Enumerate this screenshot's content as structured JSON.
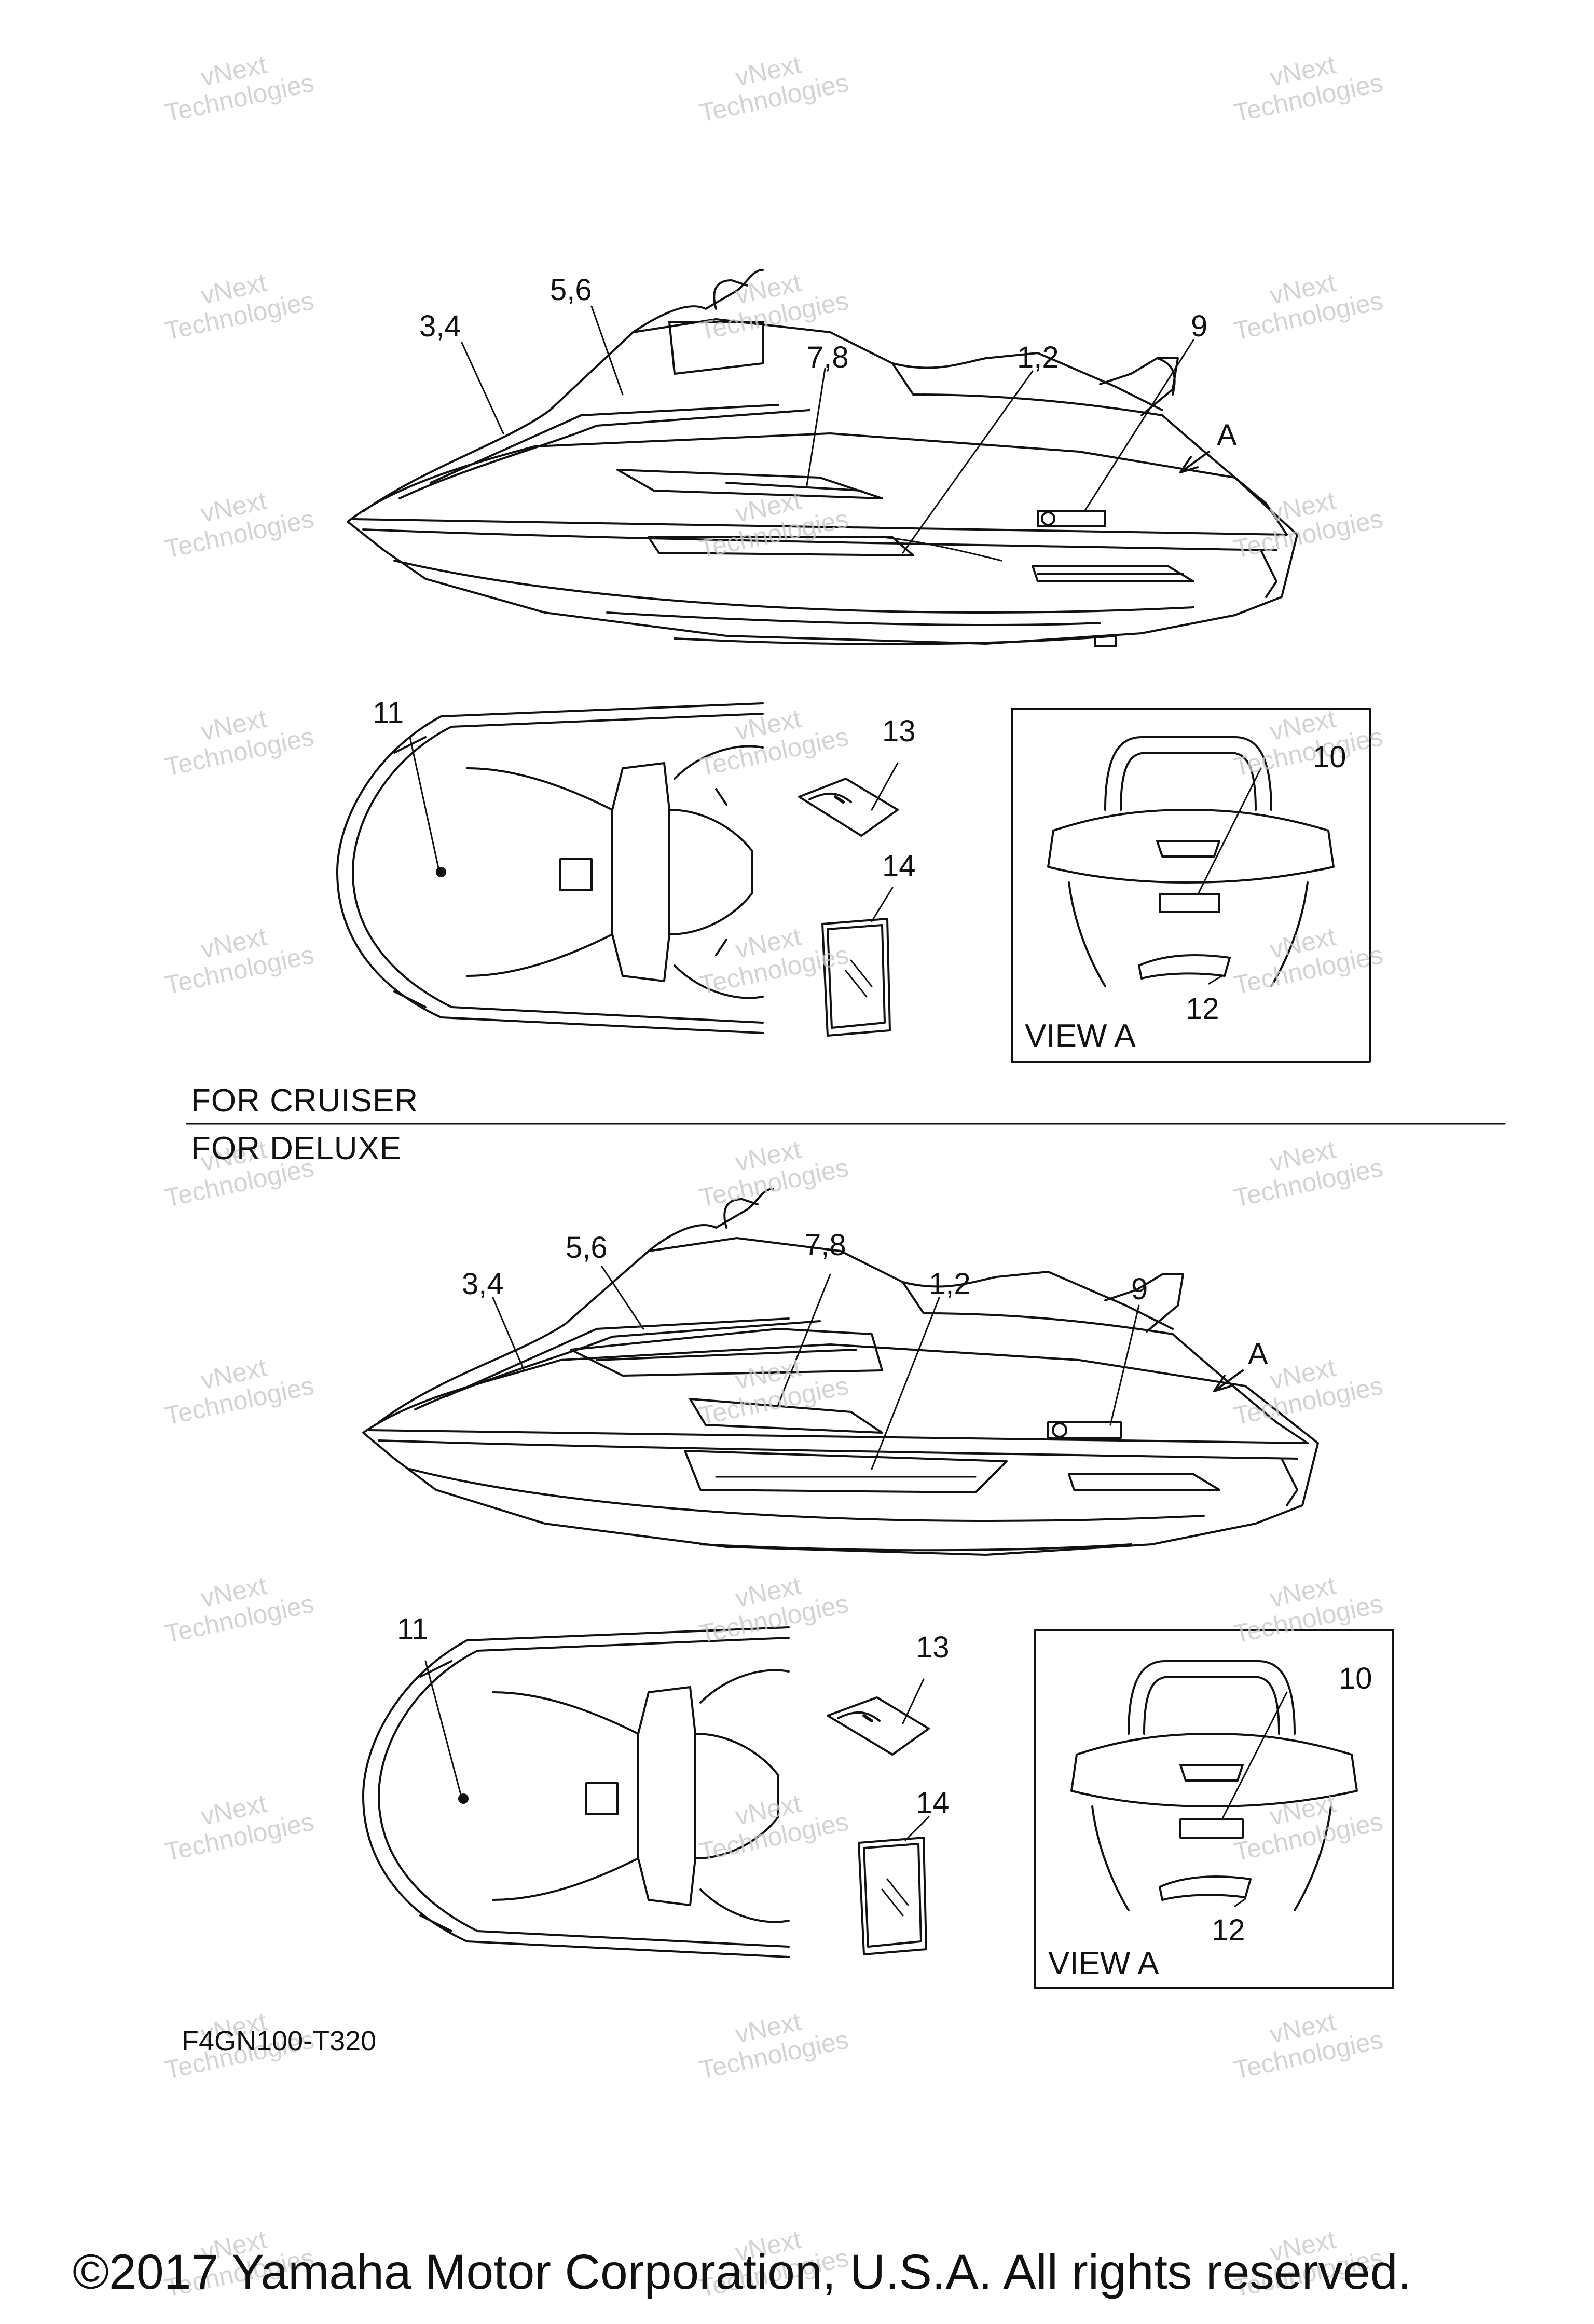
{
  "watermark": {
    "line1": "vNext",
    "line2": "Technologies"
  },
  "sections": {
    "cruiser": {
      "label": "FOR CRUISER",
      "callouts": {
        "c34": "3,4",
        "c56": "5,6",
        "c78": "7,8",
        "c12": "1,2",
        "c9": "9",
        "cA": "A",
        "c11": "11",
        "c13": "13",
        "c14": "14",
        "c10": "10",
        "c12b": "12"
      },
      "view_label": "VIEW A"
    },
    "deluxe": {
      "label": "FOR DELUXE",
      "callouts": {
        "c34": "3,4",
        "c56": "5,6",
        "c78": "7,8",
        "c12": "1,2",
        "c9": "9",
        "cA": "A",
        "c11": "11",
        "c13": "13",
        "c14": "14",
        "c10": "10",
        "c12b": "12"
      },
      "view_label": "VIEW A"
    }
  },
  "diagram_code": "F4GN100-T320",
  "copyright": "©2017 Yamaha Motor Corporation, U.S.A. All rights reserved.",
  "colors": {
    "line": "#111111",
    "watermark": "#c9c9c9",
    "background": "#ffffff"
  }
}
